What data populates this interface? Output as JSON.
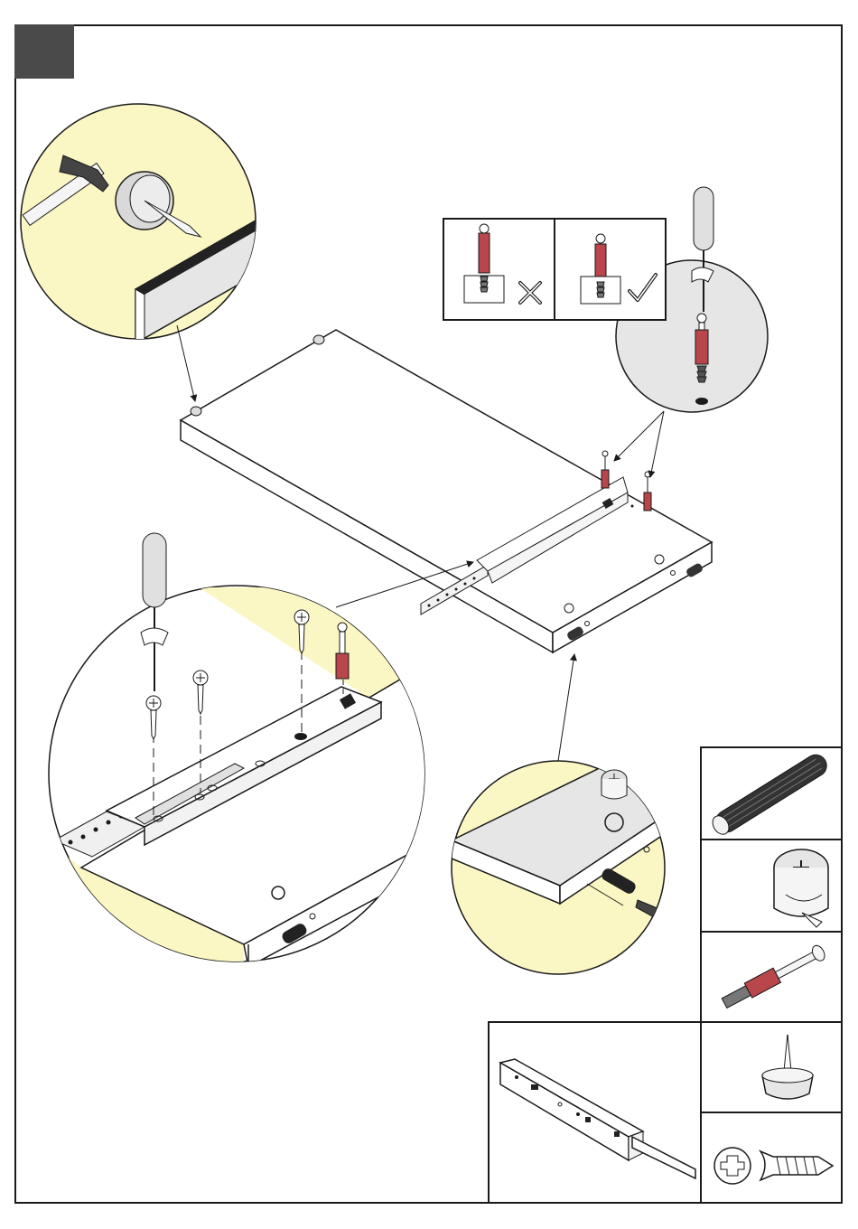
{
  "step": {
    "number": ""
  },
  "colors": {
    "cream": "#fbf7c4",
    "panel": "#ffffff",
    "panel_gray": "#e6e6e6",
    "step_box": "#4a4a4a",
    "stroke": "#1a1a1a",
    "red_part": "#b8464a"
  },
  "callouts": {
    "top_left": "hammer-and-glide-detail",
    "top_right": "screwdriver-and-bolt-detail",
    "center_left": "drawer-runner-screw-detail",
    "bottom_center": "cam-lock-and-dowel-detail"
  },
  "check_panel": {
    "wrong_icon": "cross-icon",
    "right_icon": "check-icon"
  },
  "parts": [
    "dowel-icon",
    "cam-lock-icon",
    "connector-bolt-icon",
    "furniture-glide-icon",
    "cross-screw-icon",
    "drawer-runner-icon"
  ]
}
